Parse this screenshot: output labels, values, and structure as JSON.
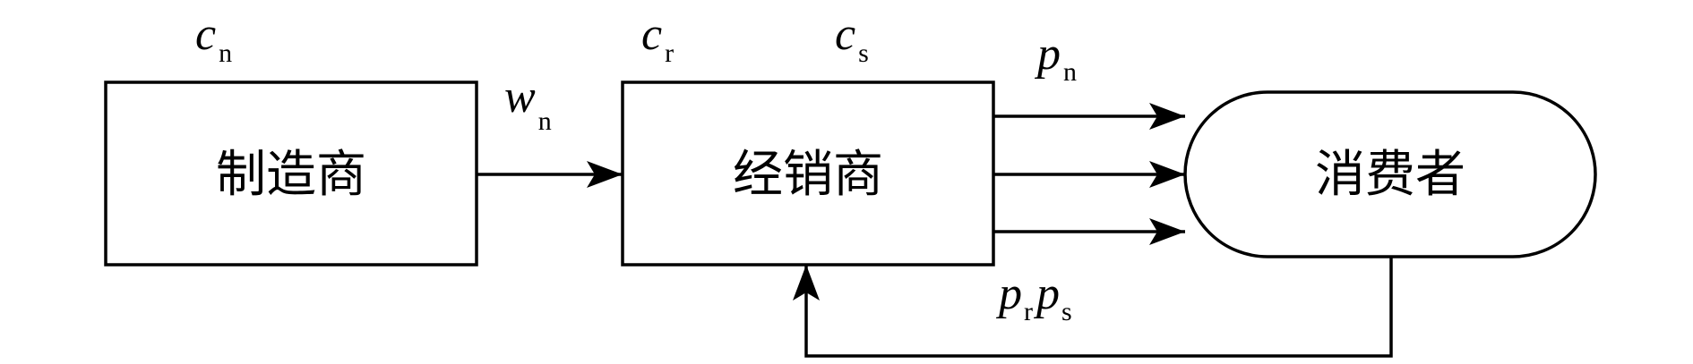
{
  "nodes": {
    "manufacturer": {
      "label": "制造商"
    },
    "retailer": {
      "label": "经销商"
    },
    "consumer": {
      "label": "消费者"
    }
  },
  "variables": {
    "cn": {
      "main": "c",
      "sub": "n"
    },
    "wn": {
      "main": "w",
      "sub": "n"
    },
    "cr": {
      "main": "c",
      "sub": "r"
    },
    "cs": {
      "main": "c",
      "sub": "s"
    },
    "pn": {
      "main": "p",
      "sub": "n"
    },
    "pr": {
      "main": "p",
      "sub": "r"
    },
    "ps": {
      "main": "p",
      "sub": "s"
    }
  },
  "colors": {
    "stroke": "#000000",
    "background": "#ffffff"
  }
}
